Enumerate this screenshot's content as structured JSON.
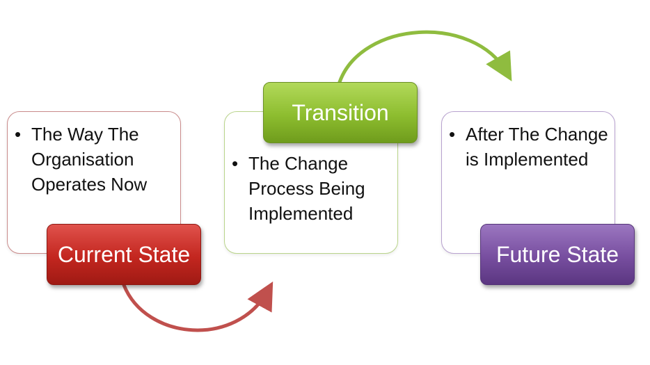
{
  "stages": [
    {
      "label": "Current State",
      "bullets": [
        "The Way The Organisation Operates Now"
      ],
      "color": "#c3261f"
    },
    {
      "label": "Transition",
      "bullets": [
        "The Change Process Being Implemented"
      ],
      "color": "#8dbd2f"
    },
    {
      "label": "Future State",
      "bullets": [
        "After The Change is Implemented"
      ],
      "color": "#774e9f"
    }
  ],
  "arrows": [
    {
      "from": "Current State",
      "to": "Transition",
      "color": "#c0504d"
    },
    {
      "from": "Transition",
      "to": "Future State",
      "color": "#8fbc3f"
    }
  ]
}
